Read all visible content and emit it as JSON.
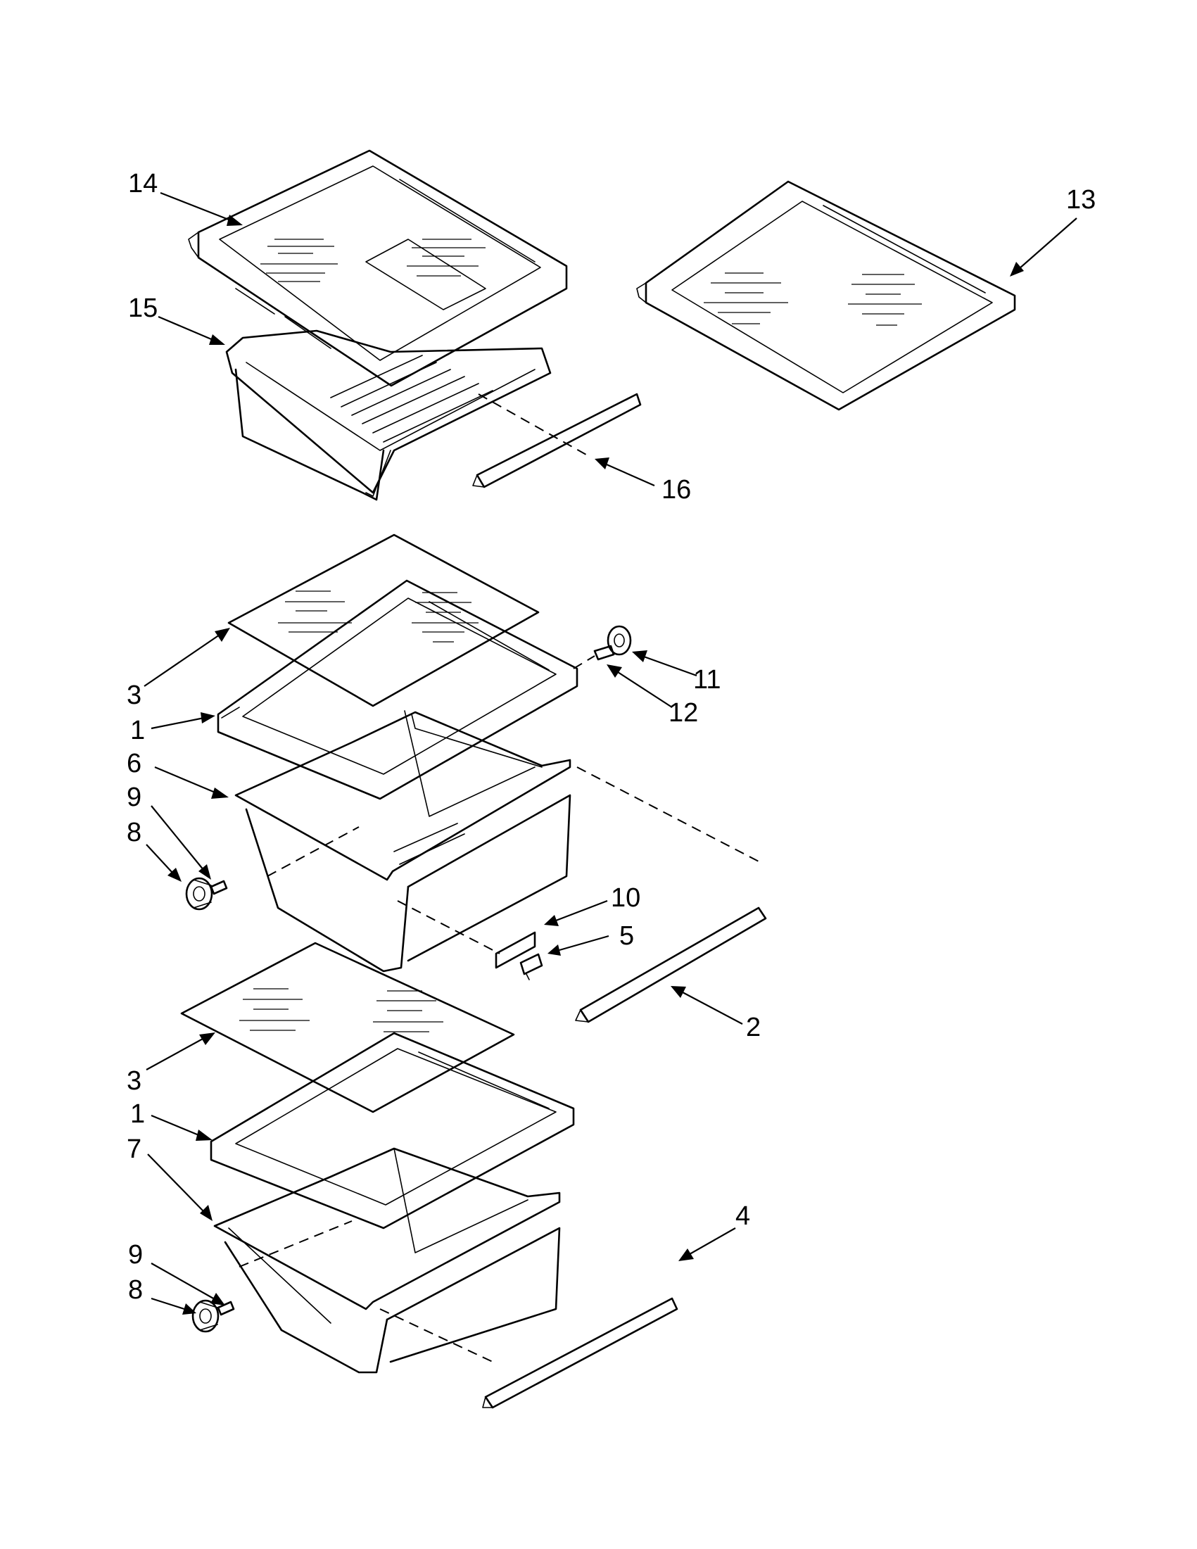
{
  "callouts": [
    {
      "id": "c14",
      "label": "14"
    },
    {
      "id": "c15",
      "label": "15"
    },
    {
      "id": "c13",
      "label": "13"
    },
    {
      "id": "c16",
      "label": "16"
    },
    {
      "id": "c3a",
      "label": "3"
    },
    {
      "id": "c1a",
      "label": "1"
    },
    {
      "id": "c6",
      "label": "6"
    },
    {
      "id": "c9a",
      "label": "9"
    },
    {
      "id": "c8a",
      "label": "8"
    },
    {
      "id": "c11",
      "label": "11"
    },
    {
      "id": "c12",
      "label": "12"
    },
    {
      "id": "c10",
      "label": "10"
    },
    {
      "id": "c5",
      "label": "5"
    },
    {
      "id": "c2",
      "label": "2"
    },
    {
      "id": "c3b",
      "label": "3"
    },
    {
      "id": "c1b",
      "label": "1"
    },
    {
      "id": "c7",
      "label": "7"
    },
    {
      "id": "c4",
      "label": "4"
    },
    {
      "id": "c9b",
      "label": "9"
    },
    {
      "id": "c8b",
      "label": "8"
    }
  ]
}
